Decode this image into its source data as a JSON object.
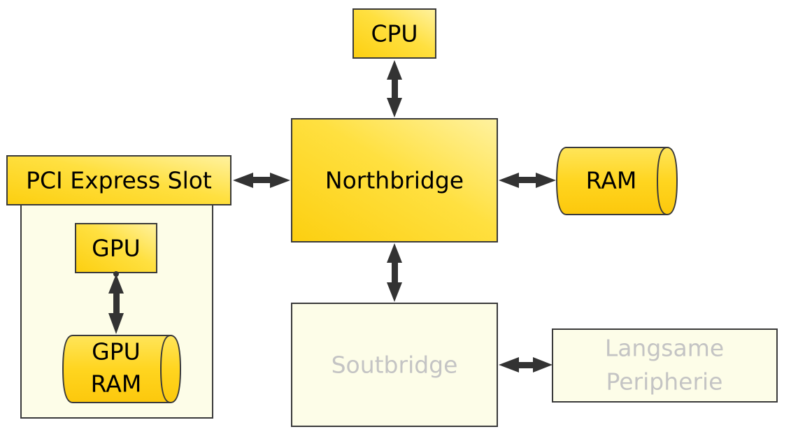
{
  "diagram": {
    "nodes": {
      "cpu": "CPU",
      "northbridge": "Northbridge",
      "ram": "RAM",
      "pci_slot": "PCI Express Slot",
      "gpu": "GPU",
      "gpu_ram_line1": "GPU",
      "gpu_ram_line2": "RAM",
      "southbridge": "Soutbridge",
      "peripherals_line1": "Langsame",
      "peripherals_line2": "Peripherie"
    },
    "colors": {
      "active_fill_light": "#fff3a8",
      "active_fill_dark": "#ffd21f",
      "inactive_fill": "#fdfde8",
      "border": "#3a3a3a",
      "inactive_text": "#c4c4c4",
      "arrow": "#333333",
      "text": "#000000"
    }
  }
}
